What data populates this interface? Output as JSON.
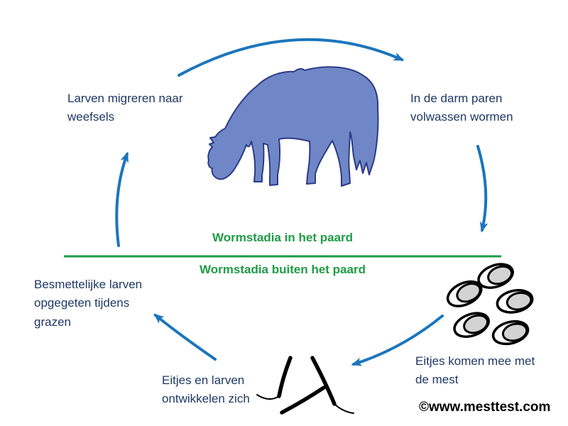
{
  "colors": {
    "text": "#1f3864",
    "arrow": "#1b75bc",
    "divider": "#1e9c45",
    "horse_fill": "#6f87c7",
    "horse_outline": "#2d3a87",
    "egg_fill": "#d3d3d3",
    "ink": "#000000"
  },
  "divider": {
    "above_label": "Wormstadia in het paard",
    "below_label": "Wormstadia buiten het paard"
  },
  "stages": {
    "migrate": "Larven migreren naar weefsels",
    "mate": "In de darm paren volwassen wormen",
    "manure": "Eitjes komen mee met de mest",
    "develop": "Eitjes en larven ontwikkelen zich",
    "ingest": "Besmettelijke larven opgegeten tijdens grazen"
  },
  "copyright": "©www.mesttest.com"
}
